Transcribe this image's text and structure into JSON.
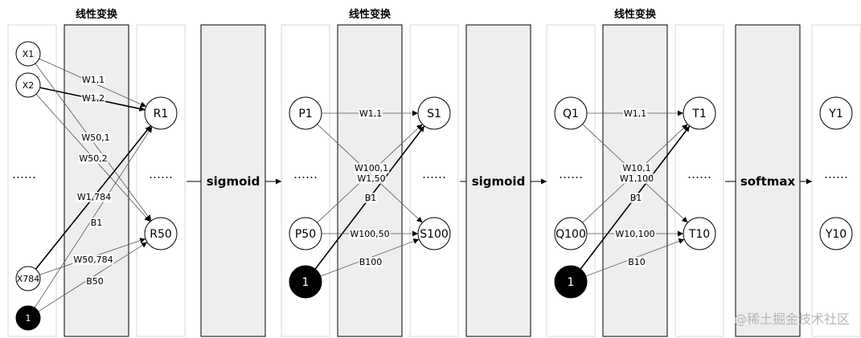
{
  "headers": [
    "线性变换",
    "线性变换",
    "线性变换"
  ],
  "activations": [
    "sigmoid",
    "sigmoid",
    "softmax"
  ],
  "ellipsis": "……",
  "watermark": "@稀土掘金技术社区",
  "layers": {
    "input": [
      "X1",
      "X2",
      "X784",
      "1"
    ],
    "hidden1": [
      "R1",
      "R50"
    ],
    "in2": [
      "P1",
      "P50",
      "1"
    ],
    "hidden2": [
      "S1",
      "S100"
    ],
    "in3": [
      "Q1",
      "Q100",
      "1"
    ],
    "hidden3": [
      "T1",
      "T10"
    ],
    "output": [
      "Y1",
      "Y10"
    ]
  },
  "edges": [
    {
      "from": "X1",
      "to": "R1",
      "label": "W1,1",
      "bold": false
    },
    {
      "from": "X2",
      "to": "R1",
      "label": "W1,2",
      "bold": true
    },
    {
      "from": "X1",
      "to": "R50",
      "label": "W50,1",
      "bold": false
    },
    {
      "from": "X2",
      "to": "R50",
      "label": "W50,2",
      "bold": false
    },
    {
      "from": "X784",
      "to": "R1",
      "label": "W1,784",
      "bold": true
    },
    {
      "from": "B1n",
      "to": "R1",
      "label": "B1",
      "bold": false
    },
    {
      "from": "X784",
      "to": "R50",
      "label": "W50,784",
      "bold": false
    },
    {
      "from": "B1n",
      "to": "R50",
      "label": "B50",
      "bold": false
    },
    {
      "from": "P1",
      "to": "S1",
      "label": "W1,1",
      "bold": false
    },
    {
      "from": "P1",
      "to": "S100",
      "label": "W100,1",
      "bold": false
    },
    {
      "from": "P50",
      "to": "S1",
      "label": "W1,50",
      "bold": false
    },
    {
      "from": "B2n",
      "to": "S1",
      "label": "B1",
      "bold": true
    },
    {
      "from": "P50",
      "to": "S100",
      "label": "W100,50",
      "bold": false
    },
    {
      "from": "B2n",
      "to": "S100",
      "label": "B100",
      "bold": false
    },
    {
      "from": "Q1",
      "to": "T1",
      "label": "W1,1",
      "bold": false
    },
    {
      "from": "Q1",
      "to": "T10",
      "label": "W10,1",
      "bold": false
    },
    {
      "from": "Q100",
      "to": "T1",
      "label": "W1,100",
      "bold": false
    },
    {
      "from": "B3n",
      "to": "T1",
      "label": "B1",
      "bold": true
    },
    {
      "from": "Q100",
      "to": "T10",
      "label": "W10,100",
      "bold": false
    },
    {
      "from": "B3n",
      "to": "T10",
      "label": "B10",
      "bold": false
    }
  ]
}
